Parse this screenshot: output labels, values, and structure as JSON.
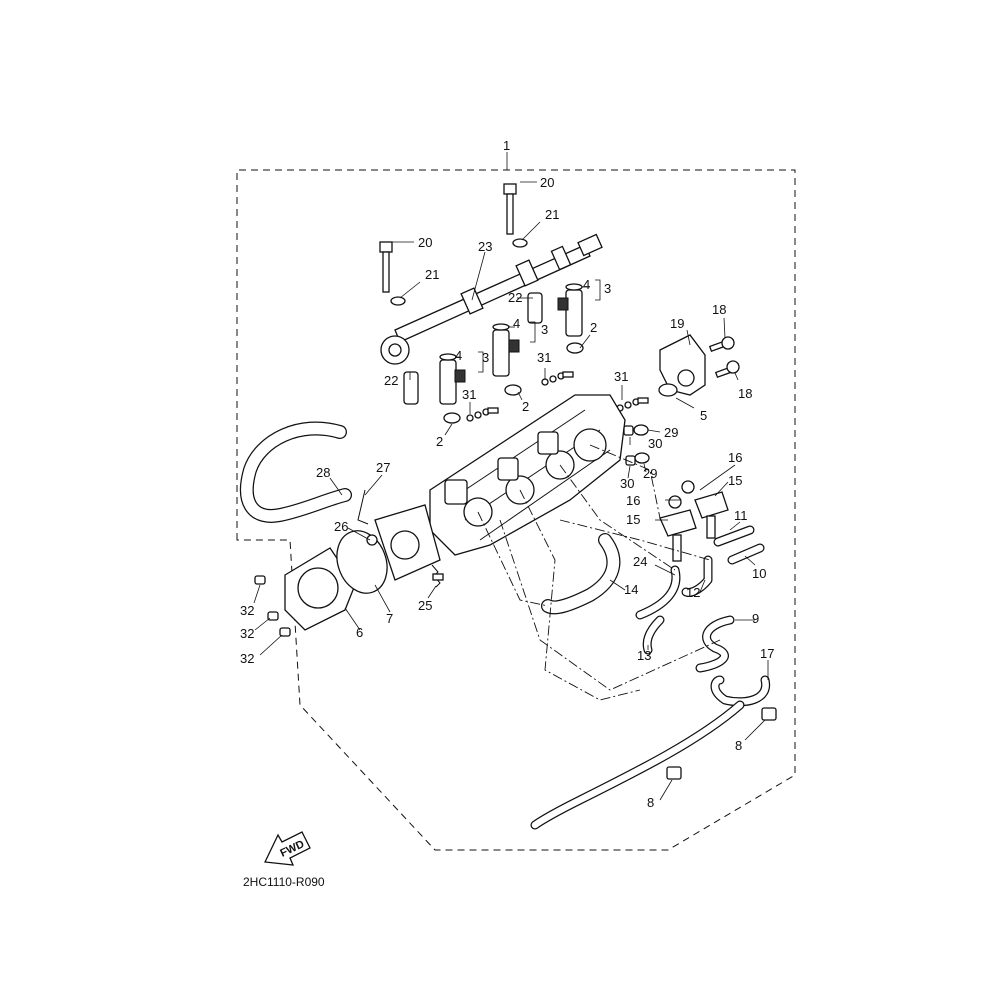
{
  "diagram_code": "2HC1110-R090",
  "fwd_label": "FWD",
  "callouts": {
    "c1": "1",
    "c2a": "2",
    "c2b": "2",
    "c2c": "2",
    "c3a": "3",
    "c3b": "3",
    "c3c": "3",
    "c4a": "4",
    "c4b": "4",
    "c4c": "4",
    "c5": "5",
    "c6": "6",
    "c7": "7",
    "c8a": "8",
    "c8b": "8",
    "c9": "9",
    "c10": "10",
    "c11": "11",
    "c12": "12",
    "c13": "13",
    "c14": "14",
    "c15a": "15",
    "c15b": "15",
    "c16a": "16",
    "c16b": "16",
    "c17": "17",
    "c18a": "18",
    "c18b": "18",
    "c19": "19",
    "c20a": "20",
    "c20b": "20",
    "c21a": "21",
    "c21b": "21",
    "c22a": "22",
    "c22b": "22",
    "c23": "23",
    "c24": "24",
    "c25": "25",
    "c26": "26",
    "c27": "27",
    "c28": "28",
    "c29a": "29",
    "c29b": "29",
    "c30a": "30",
    "c30b": "30",
    "c31a": "31",
    "c31b": "31",
    "c31c": "31",
    "c32a": "32",
    "c32b": "32",
    "c32c": "32"
  }
}
